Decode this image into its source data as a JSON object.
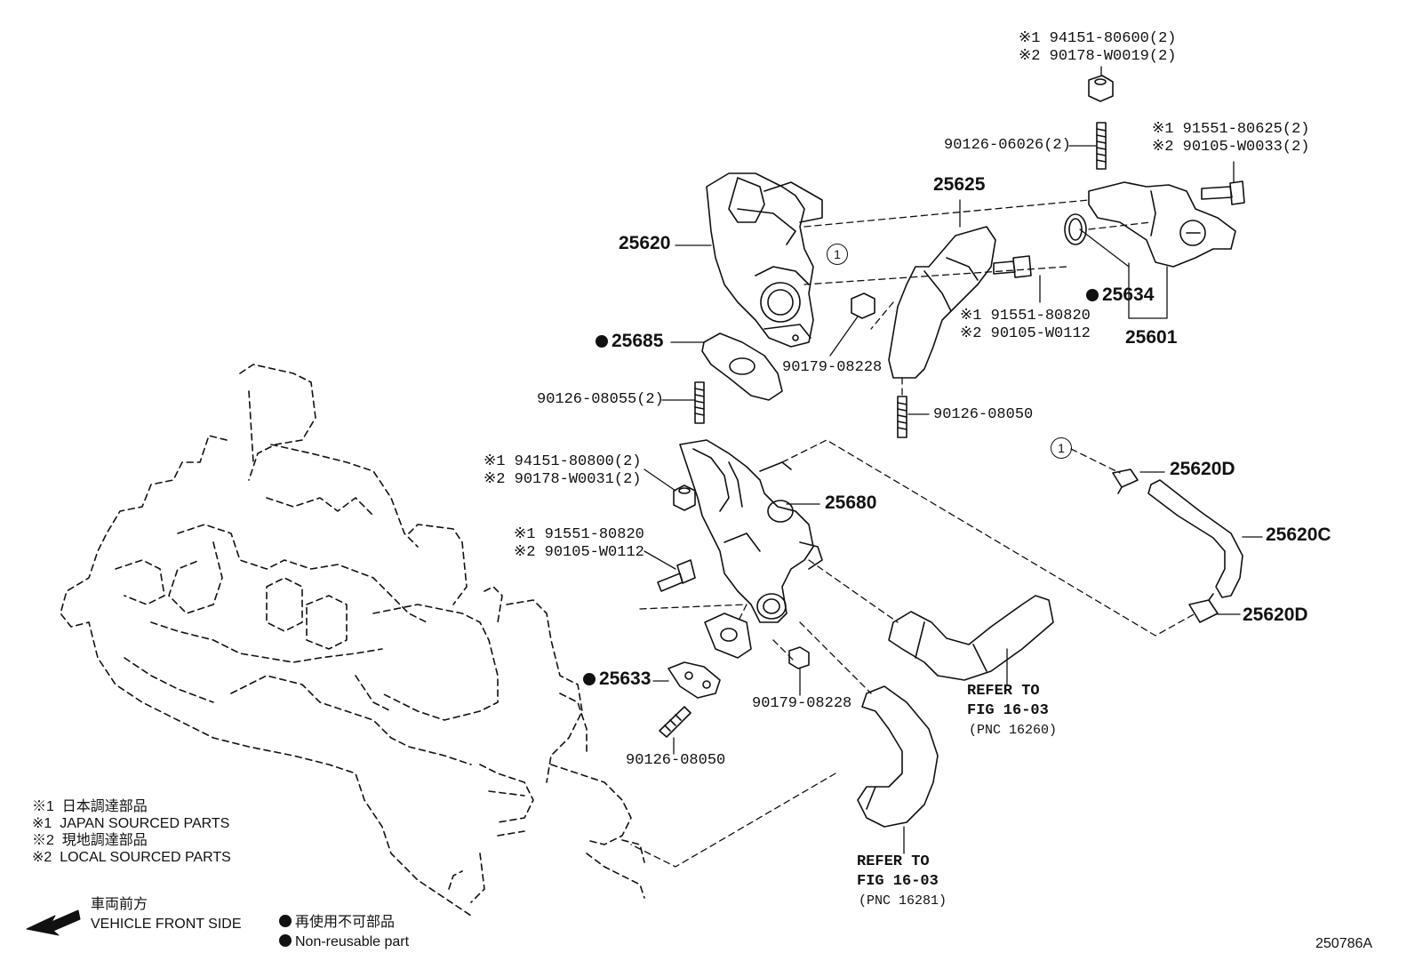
{
  "fasteners": {
    "top_nut_1": "※1 94151-80600(2)",
    "top_nut_2": "※2 90178-W0019(2)",
    "stud_top": "90126-06026(2)",
    "bolt_right_1": "※1 91551-80625(2)",
    "bolt_right_2": "※2 90105-W0033(2)",
    "bolt_mid_1": "※1 91551-80820",
    "bolt_mid_2": "※2 90105-W0112",
    "nut_mid": "90179-08228",
    "stud_left": "90126-08055(2)",
    "stud_mid": "90126-08050",
    "nut_left_1": "※1 94151-80800(2)",
    "nut_left_2": "※2 90178-W0031(2)",
    "bolt_left_1": "※1 91551-80820",
    "bolt_left_2": "※2 90105-W0112",
    "nut_low": "90179-08228",
    "stud_low": "90126-08050"
  },
  "parts": {
    "p25620": "25620",
    "p25625": "25625",
    "p25634": "25634",
    "p25601": "25601",
    "p25685": "25685",
    "p25680": "25680",
    "p25633": "25633",
    "p25620D_top": "25620D",
    "p25620C": "25620C",
    "p25620D_bot": "25620D"
  },
  "refs": {
    "ref1_a": "REFER TO",
    "ref1_b": "FIG 16-03",
    "ref1_c": "(PNC 16260)",
    "ref2_a": "REFER TO",
    "ref2_b": "FIG 16-03",
    "ref2_c": "(PNC 16281)"
  },
  "callout": "1",
  "legend": {
    "l1": "※1  日本調達部品",
    "l2": "※1  JAPAN SOURCED PARTS",
    "l3": "※2  現地調達部品",
    "l4": "※2  LOCAL SOURCED PARTS",
    "front_jp": "車両前方",
    "front_en": "VEHICLE FRONT SIDE",
    "nonreuse_jp": "再使用不可部品",
    "nonreuse_en": "Non-reusable part"
  },
  "figure_id": "250786A"
}
